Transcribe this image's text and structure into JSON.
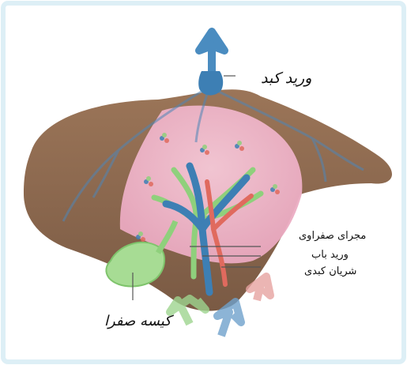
{
  "labels": {
    "hepatic_vein": "ورید کبد",
    "bile_duct": "مجرای صفراوی",
    "portal_vein": "ورید باب",
    "hepatic_artery": "شریان کبدی",
    "gallbladder": "کیسه صفرا"
  },
  "colors": {
    "liver": "#8e6a4f",
    "lobule_region": "#f1b8cc",
    "vein_blue": "#3d7fb4",
    "bile_green": "#8fd07c",
    "artery_red": "#e06a5e",
    "frame_border": "#cfe8f2"
  }
}
